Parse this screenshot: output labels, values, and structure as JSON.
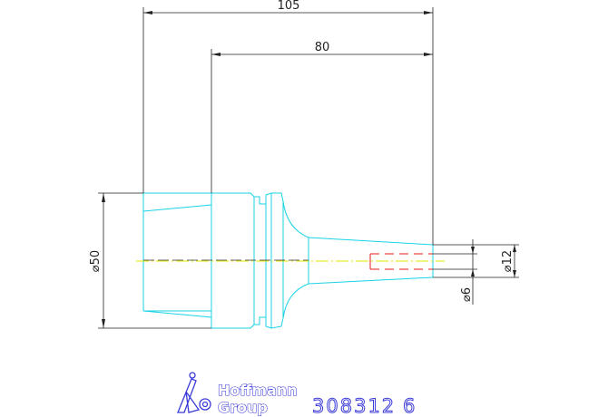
{
  "dimensions": {
    "overall_length": "105",
    "taper_length": "80",
    "flange_diameter": "⌀50",
    "shank_diameter": "⌀12",
    "bore_diameter": "⌀6"
  },
  "branding": {
    "company_line_1": "Hoffmann",
    "company_line_2": "Group",
    "part_number": "308312",
    "variant": "6"
  },
  "colors": {
    "part_outline": "#19d3e6",
    "centerline": "#e6e600",
    "bore": "#e31b1b",
    "dimension": "#222222",
    "logo": "#3b3bd9"
  }
}
